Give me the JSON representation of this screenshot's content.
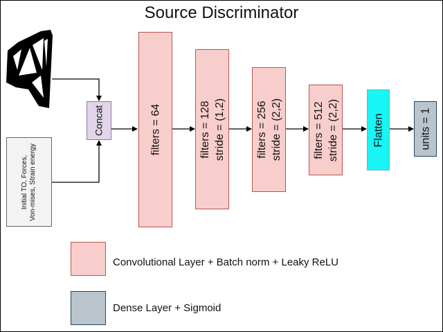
{
  "title": "Source Discriminator",
  "inputs_box": {
    "lines": [
      "Initial TO, Forces,",
      "Von-mises, Strain energy"
    ]
  },
  "concat": {
    "label": "Concat"
  },
  "layers": [
    {
      "lines": [
        "filters = 64"
      ]
    },
    {
      "lines": [
        "filters = 128",
        "stride = (1,2)"
      ]
    },
    {
      "lines": [
        "filters = 256",
        "stride = (2,2)"
      ]
    },
    {
      "lines": [
        "filters = 512",
        "stride = (2,2)"
      ]
    }
  ],
  "flatten": {
    "label": "Flatten"
  },
  "units": {
    "label": "units = 1"
  },
  "legend": [
    {
      "label": "Convolutional Layer + Batch norm + Leaky ReLU",
      "color": "#f8cecc"
    },
    {
      "label": "Dense Layer + Sigmoid",
      "color": "#b9c4cc"
    }
  ],
  "colors": {
    "conv_fill": "#f8cecc",
    "concat_fill": "#e1d5e7",
    "flatten_fill": "#19f5f5",
    "dense_fill": "#b9c4cc",
    "structure": "#000000"
  }
}
